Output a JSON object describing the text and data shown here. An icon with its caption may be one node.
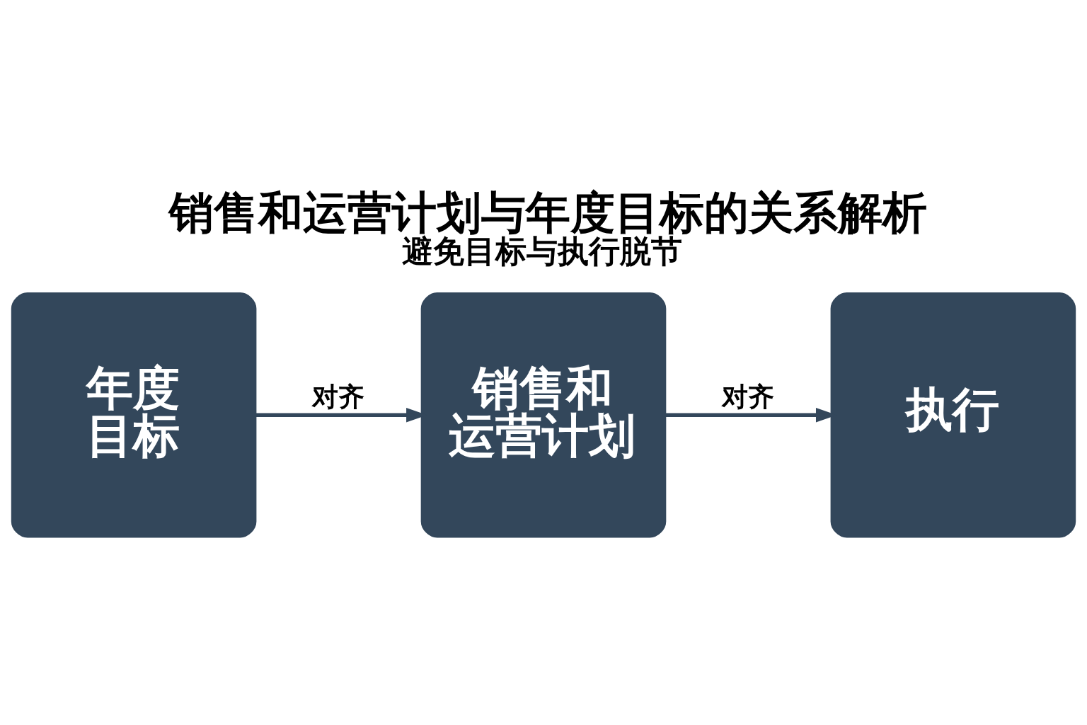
{
  "diagram": {
    "title": "销售和运营计划与年度目标的关系解析",
    "caption": "避免目标与执行脱节",
    "nodes": [
      {
        "text": [
          "年度目标"
        ]
      },
      {
        "text": [
          "销售和运营计划"
        ]
      },
      {
        "text": [
          "执行"
        ]
      }
    ],
    "edges": [
      {
        "from": 0,
        "to": 1,
        "arrow": "to",
        "label": "对齐"
      },
      {
        "from": 1,
        "to": 2,
        "arrow": "to",
        "label": "对齐"
      }
    ]
  }
}
